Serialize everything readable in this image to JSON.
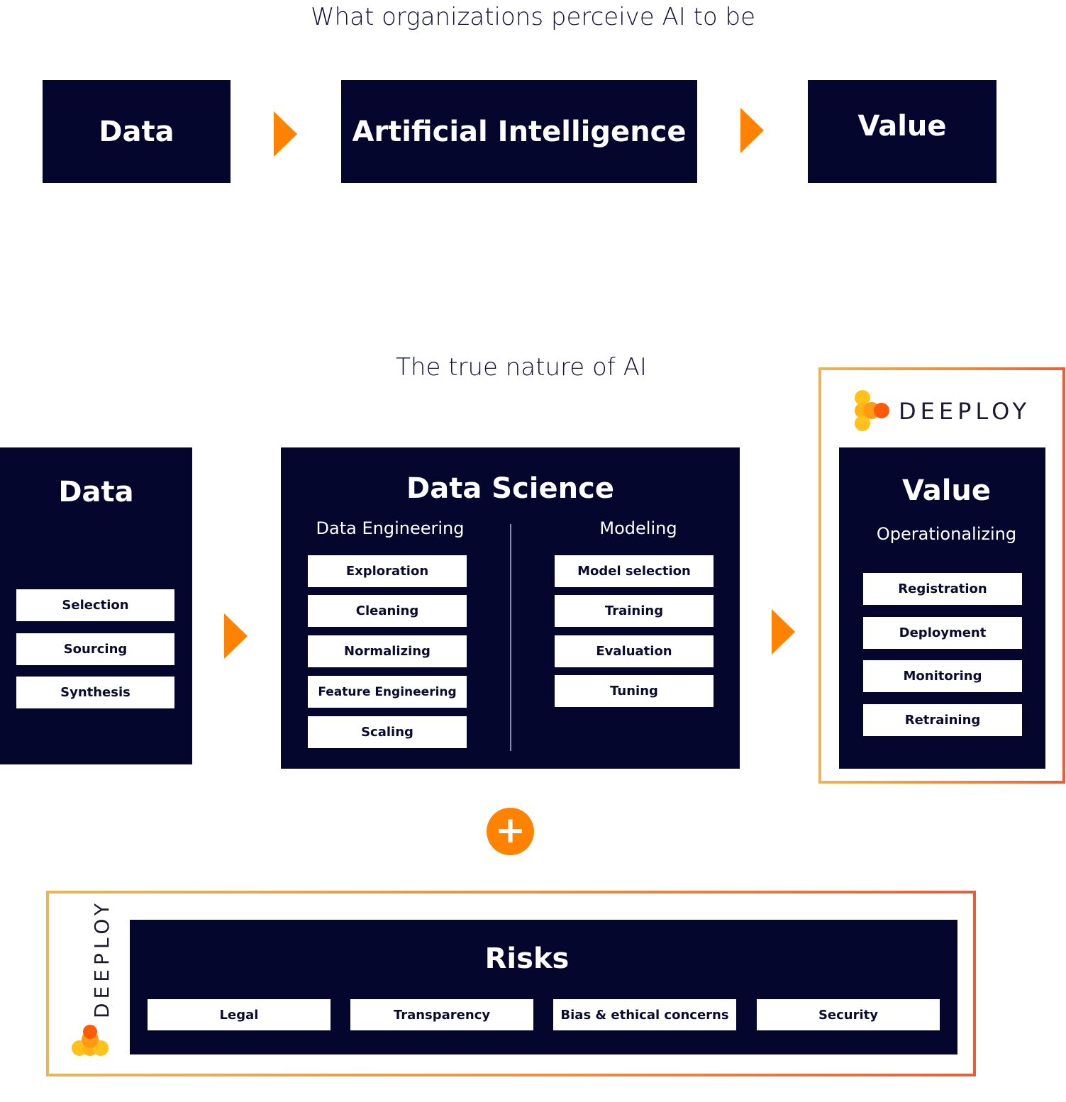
{
  "top": {
    "heading": "What organizations perceive AI to be",
    "boxes": [
      "Data",
      "Artificial Intelligence",
      "Value"
    ]
  },
  "bottom": {
    "heading": "The true nature of AI",
    "data_panel": {
      "title": "Data",
      "items": [
        "Selection",
        "Sourcing",
        "Synthesis"
      ]
    },
    "data_science_panel": {
      "title": "Data Science",
      "engineering": {
        "label": "Data Engineering",
        "items": [
          "Exploration",
          "Cleaning",
          "Normalizing",
          "Feature Engineering",
          "Scaling"
        ]
      },
      "modeling": {
        "label": "Modeling",
        "items": [
          "Model selection",
          "Training",
          "Evaluation",
          "Tuning"
        ]
      }
    },
    "value_panel": {
      "brand": "DEEPLOY",
      "title": "Value",
      "subtitle": "Operationalizing",
      "items": [
        "Registration",
        "Deployment",
        "Monitoring",
        "Retraining"
      ]
    },
    "plus_symbol": "+",
    "risks_panel": {
      "brand": "DEEPLOY",
      "title": "Risks",
      "items": [
        "Legal",
        "Transparency",
        "Bias & ethical concerns",
        "Security"
      ]
    }
  },
  "colors": {
    "navy": "#05062e",
    "orange": "#ff8200",
    "frame_gradient_start": "#e8b65a",
    "frame_gradient_end": "#e5603a"
  }
}
